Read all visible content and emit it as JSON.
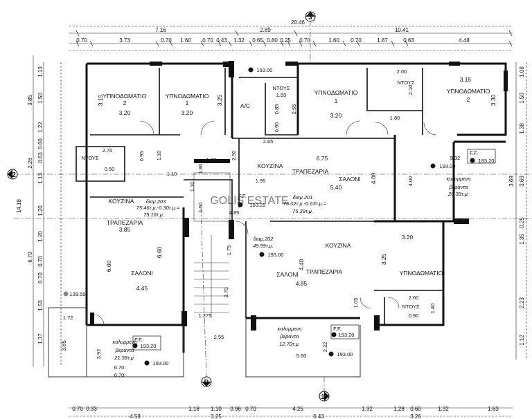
{
  "grid_labels": {
    "g3": "3",
    "g2": "2",
    "gB": "B",
    "g1": "1"
  },
  "top_dims": {
    "overall": "20.46",
    "r2a": "7.16",
    "r2b": "2.89",
    "r2c": "10.41",
    "r3": [
      "0.70",
      "3.73",
      "0.70",
      "1.60",
      "0.70",
      "0.43",
      "1.32",
      "0.65",
      "0.80",
      "0.25",
      "0.70",
      "1.60",
      "0.70",
      "1.87",
      "0.63",
      "4.48"
    ]
  },
  "bottom_dims": {
    "r1": [
      "0.70",
      "0.33",
      "1.18",
      "1.10",
      "0.96",
      "0.70",
      "4.25",
      "1.32",
      "1.28",
      "0.60",
      "1.32",
      "1.63"
    ],
    "r2": [
      "4.58",
      "3.25",
      "6.43",
      "3.26"
    ]
  },
  "left_dims": [
    "1.13",
    "3.85",
    "1.50",
    "1.22",
    "0.60",
    "2.26",
    "0.63",
    "1.13",
    "14.18",
    "1.20",
    "6.70",
    "1.20",
    "0.70",
    "0.70",
    "1.53",
    "1.37",
    "3.85"
  ],
  "right_dims": [
    "1.08",
    "1.50",
    "1.38",
    "3.69",
    "3.69",
    "1.35",
    "0.25",
    "2.23",
    "1.12"
  ],
  "rooms": {
    "bed1": "ΥΠΝΟΔΩΜΑΤΙΟ",
    "bed1_no": "2",
    "bed1_w": "3.20",
    "bed1_h": "3.15",
    "bed2": "ΥΠΝΟΔΩΜΑΤΙΟ",
    "bed2_no": "1",
    "bed2_w": "3.20",
    "bed2_h": "3.25",
    "ac": "A/C",
    "wc1": "ΝΤΟΥΣ",
    "wc1_w": "1.55",
    "wc1_a": "0.85",
    "wc1_b": "2.55",
    "wc1_c": "0.90",
    "bed3": "ΥΠΝΟΔΩΜΑΤΙΟ",
    "bed3_no": "1",
    "bed3_w": "3.20",
    "wc2": "ΝΤΟΥΣ",
    "wc2_w": "2.00",
    "wc2_h": "2.10",
    "wc2_b": "1.80",
    "bed4": "ΥΠΝΟΔΩΜΑΤΙΟ",
    "bed4_no": "2",
    "bed4_w": "3.15",
    "bed4_h": "3.30",
    "wc3": "ΝΤΟΥΣ",
    "wc3_w": "2.70",
    "wc3_h": "0.95",
    "wc3_b": "0.50",
    "k203": "ΚΟΥΖΙΝΑ",
    "t203": "ΤΡΑΠΕΖΑΡΙΑ",
    "t203_w": "3.85",
    "s203": "ΣΑΛΟΝΙ",
    "s203_w": "4.45",
    "s203_h": "6.60",
    "s203_h2": "6.00",
    "k201": "ΚΟΥΖΙΝΑ",
    "t201": "ΤΡΑΠΕΖΑΡΙΑ",
    "s201": "ΣΑΛΟΝΙ",
    "d201_w": "6.75",
    "d201_a": "2.65",
    "d201_b": "1.95",
    "d201_c": "5.40",
    "d201_h": "4.00",
    "k202": "ΚΟΥΖΙΝΑ",
    "t202": "ΤΡΑΠΕΖΑΡΙΑ",
    "s202": "ΣΑΛΟΝΙ",
    "s202_w": "4.85",
    "s202_h": "4.40",
    "d202_a": "1.05",
    "bed5": "ΥΠΝΟΔΩΜΑΤΙΟ",
    "bed5_w": "3.20",
    "bed5_h": "3.25",
    "wc4": "ΝΤΟΥΣ",
    "wc4_w": "2.60",
    "wc4_h": "1.40",
    "wc4_b": "0.90",
    "stair_a": "1.70",
    "stair_b": "1.80",
    "stair_c": "1.10",
    "stair_d": "2.50",
    "stair_e": "1.50",
    "stair_f": "4.85",
    "stair_g": "1.75",
    "stair_h": "2.70",
    "stair_i": "1.275",
    "stair_j": "2.55",
    "misc_a": "1.10"
  },
  "units": {
    "u203": "διαμ.203",
    "u203_a": "75.46τ.μ.-0.30τ.μ.=",
    "u203_b": "75.16τ.μ.",
    "u201": "διαμ.201",
    "u201_a": "76.02τ.μ.-0.63τ.μ.=",
    "u201_b": "75.39τ.μ.",
    "u202": "διαμ.202",
    "u202_a": "49.99τ.μ."
  },
  "verandas": {
    "v1_title": "καλυμμενη",
    "v1_sub": "βεραντα",
    "v1_area": "20.39τ.μ.",
    "v1_w": "5.32",
    "v2_title": "καλυμμενη",
    "v2_sub": "βεραντα",
    "v2_area": "21.38τ.μ.",
    "v2_a": "6.70",
    "v2_b": "6.70",
    "v2_c": "3.92",
    "v2_d": "1.72",
    "v3_title": "καλυμμενη",
    "v3_sub": "βεραντα",
    "v3_area": "12.70τ.μ.",
    "v3_w": "5.60",
    "v3_h": "2.32"
  },
  "levels": {
    "l1": "193.00",
    "l2": "193.00",
    "l3": "193.20",
    "l4": "193.25",
    "l5": "193.00",
    "l6": "193.20",
    "l7": "193.00",
    "l8": "193.20",
    "l9": "193.00",
    "l10": "139.55",
    "ff": "F.F."
  },
  "watermark": "GOLIS ESTATE"
}
